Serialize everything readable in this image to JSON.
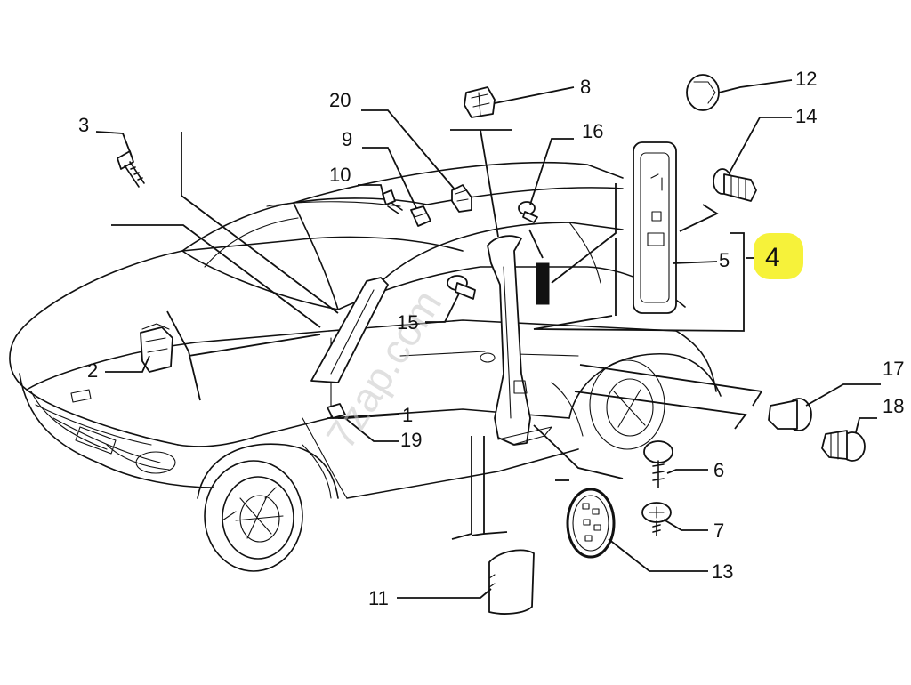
{
  "labels": {
    "l1": "1",
    "l2": "2",
    "l3": "3",
    "l4": "4",
    "l5": "5",
    "l6": "6",
    "l7": "7",
    "l8": "8",
    "l9": "9",
    "l10": "10",
    "l11": "11",
    "l12": "12",
    "l13": "13",
    "l14": "14",
    "l15": "15",
    "l16": "16",
    "l17": "17",
    "l18": "18",
    "l19": "19",
    "l20": "20"
  },
  "watermark": "7zap.com",
  "highlight_color": "#f6f23a"
}
